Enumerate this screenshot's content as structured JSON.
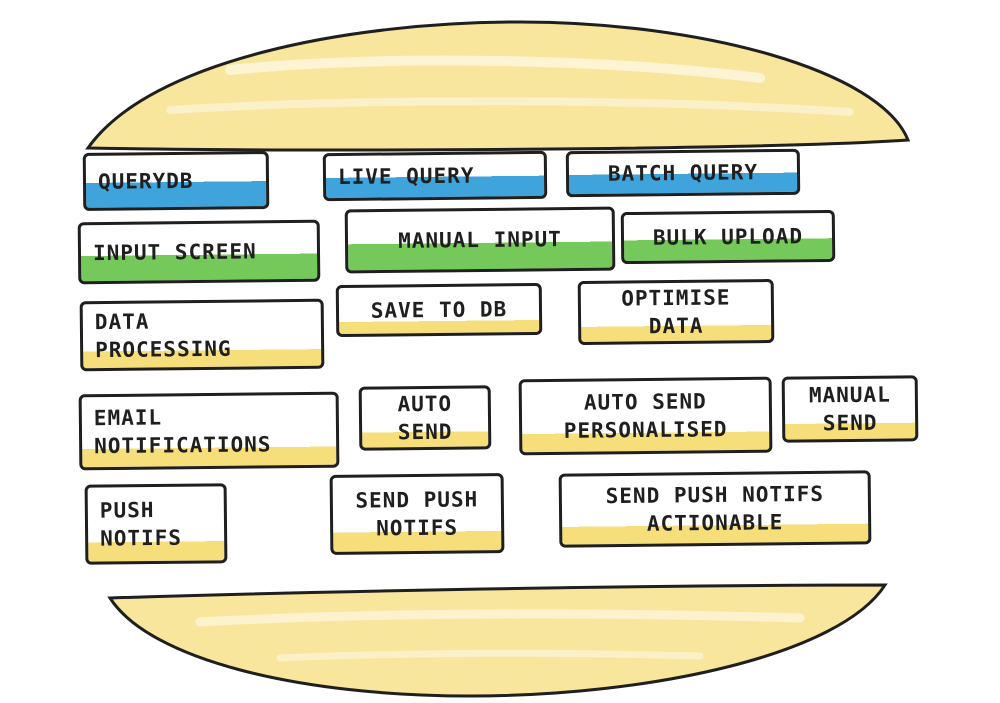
{
  "colors": {
    "bun_fill": "#f6de7b",
    "bun_stroke": "#1f1f1f",
    "outline": "#1f1f1f",
    "blue": "#3fa3dc",
    "green": "#74c95a",
    "yellow": "#f6de7b"
  },
  "cards": [
    {
      "text": "QUERYDB",
      "color": "blue"
    },
    {
      "text": "LIVE QUERY",
      "color": "blue"
    },
    {
      "text": "BATCH QUERY",
      "color": "blue"
    },
    {
      "text": "INPUT SCREEN",
      "color": "green"
    },
    {
      "text": "MANUAL INPUT",
      "color": "green"
    },
    {
      "text": "BULK UPLOAD",
      "color": "green"
    },
    {
      "text": "DATA\nPROCESSING",
      "color": "yellow"
    },
    {
      "text": "SAVE TO DB",
      "color": "yellow"
    },
    {
      "text": "OPTIMISE\nDATA",
      "color": "yellow"
    },
    {
      "text": "EMAIL\nNOTIFICATIONS",
      "color": "yellow"
    },
    {
      "text": "AUTO\nSEND",
      "color": "yellow"
    },
    {
      "text": "AUTO SEND\nPERSONALISED",
      "color": "yellow"
    },
    {
      "text": "MANUAL\nSEND",
      "color": "yellow"
    },
    {
      "text": "PUSH\nNOTIFS",
      "color": "yellow"
    },
    {
      "text": "SEND PUSH\nNOTIFS",
      "color": "yellow"
    },
    {
      "text": "SEND PUSH NOTIFS\nACTIONABLE",
      "color": "yellow"
    }
  ]
}
